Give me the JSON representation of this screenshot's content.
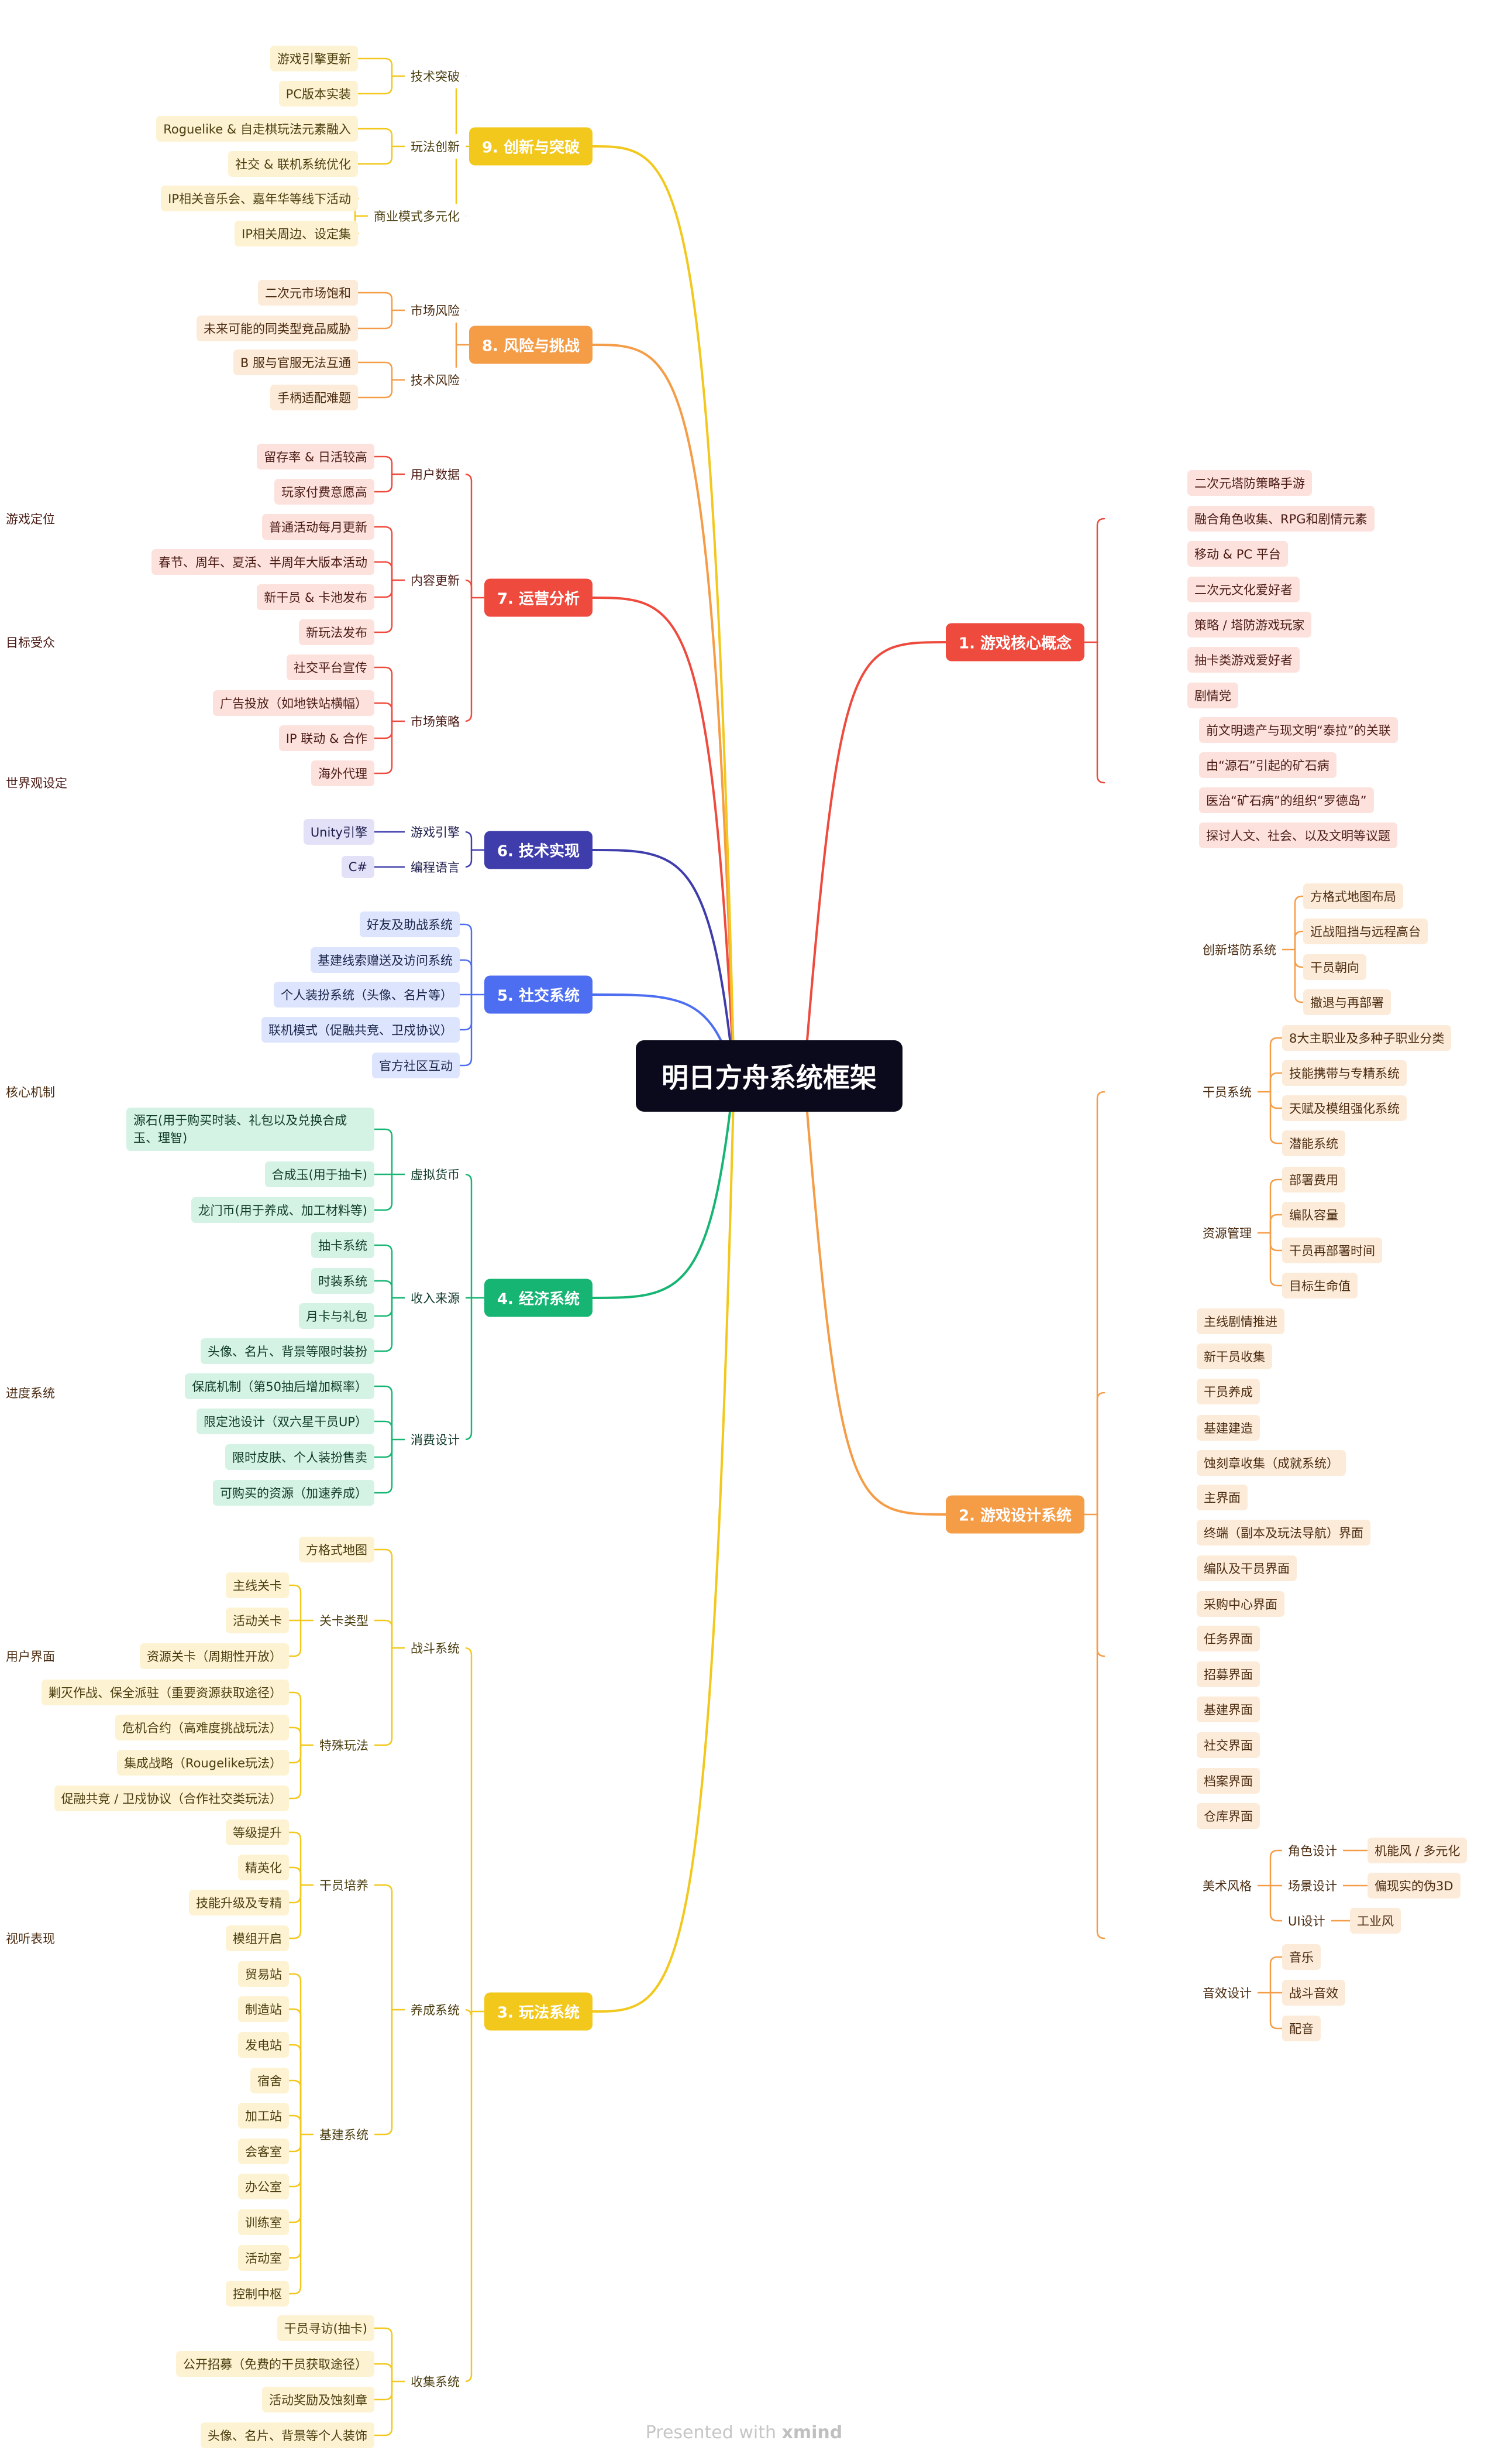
{
  "center_title": "明日方舟系统框架",
  "footer": {
    "text": "Presented with",
    "brand": "xmind"
  },
  "branches": [
    {
      "title": "1. 游戏核心概念",
      "color": "#ee4a3d",
      "tint": "#fde1dc",
      "text": "#4a1a14",
      "children": [
        {
          "label": "游戏定位",
          "children": [
            {
              "label": "二次元塔防策略手游"
            },
            {
              "label": "融合角色收集、RPG和剧情元素"
            },
            {
              "label": "移动 & PC 平台"
            }
          ]
        },
        {
          "label": "目标受众",
          "children": [
            {
              "label": "二次元文化爱好者"
            },
            {
              "label": "策略 / 塔防游戏玩家"
            },
            {
              "label": "抽卡类游戏爱好者"
            },
            {
              "label": "剧情党"
            }
          ]
        },
        {
          "label": "世界观设定",
          "children": [
            {
              "label": "前文明遗产与现文明“泰拉”的关联"
            },
            {
              "label": "由“源石”引起的矿石病"
            },
            {
              "label": "医治“矿石病”的组织“罗德岛”"
            },
            {
              "label": "探讨人文、社会、以及文明等议题"
            }
          ]
        }
      ]
    },
    {
      "title": "2. 游戏设计系统",
      "color": "#f59c47",
      "tint": "#fdebd9",
      "text": "#4a2b10",
      "children": [
        {
          "label": "核心机制",
          "children": [
            {
              "label": "创新塔防系统",
              "children": [
                {
                  "label": "方格式地图布局"
                },
                {
                  "label": "近战阻挡与远程高台"
                },
                {
                  "label": "干员朝向"
                },
                {
                  "label": "撤退与再部署"
                }
              ]
            },
            {
              "label": "干员系统",
              "children": [
                {
                  "label": "8大主职业及多种子职业分类"
                },
                {
                  "label": "技能携带与专精系统"
                },
                {
                  "label": "天赋及模组强化系统"
                },
                {
                  "label": "潜能系统"
                }
              ]
            },
            {
              "label": "资源管理",
              "children": [
                {
                  "label": "部署费用"
                },
                {
                  "label": "编队容量"
                },
                {
                  "label": "干员再部署时间"
                },
                {
                  "label": "目标生命值"
                }
              ]
            }
          ]
        },
        {
          "label": "进度系统",
          "children": [
            {
              "label": "主线剧情推进"
            },
            {
              "label": "新干员收集"
            },
            {
              "label": "干员养成"
            },
            {
              "label": "基建建造"
            },
            {
              "label": "蚀刻章收集（成就系统）"
            }
          ]
        },
        {
          "label": "用户界面",
          "children": [
            {
              "label": "主界面"
            },
            {
              "label": "终端（副本及玩法导航）界面"
            },
            {
              "label": "编队及干员界面"
            },
            {
              "label": "采购中心界面"
            },
            {
              "label": "任务界面"
            },
            {
              "label": "招募界面"
            },
            {
              "label": "基建界面"
            },
            {
              "label": "社交界面"
            },
            {
              "label": "档案界面"
            },
            {
              "label": "仓库界面"
            }
          ]
        },
        {
          "label": "视听表现",
          "children": [
            {
              "label": "美术风格",
              "children": [
                {
                  "label": "角色设计",
                  "children": [
                    {
                      "label": "机能风 / 多元化"
                    }
                  ]
                },
                {
                  "label": "场景设计",
                  "children": [
                    {
                      "label": "偏现实的伪3D"
                    }
                  ]
                },
                {
                  "label": "UI设计",
                  "children": [
                    {
                      "label": "工业风"
                    }
                  ]
                }
              ]
            },
            {
              "label": "音效设计",
              "children": [
                {
                  "label": "音乐"
                },
                {
                  "label": "战斗音效"
                },
                {
                  "label": "配音"
                }
              ]
            }
          ]
        }
      ]
    },
    {
      "title": "3. 玩法系统",
      "color": "#f2c81d",
      "tint": "#fdf3d2",
      "text": "#4a3d0e",
      "children": [
        {
          "label": "战斗系统",
          "children": [
            {
              "label": "方格式地图"
            },
            {
              "label": "关卡类型",
              "children": [
                {
                  "label": "主线关卡"
                },
                {
                  "label": "活动关卡"
                },
                {
                  "label": "资源关卡（周期性开放）"
                }
              ]
            },
            {
              "label": "特殊玩法",
              "children": [
                {
                  "label": "剿灭作战、保全派驻（重要资源获取途径）"
                },
                {
                  "label": "危机合约（高难度挑战玩法）"
                },
                {
                  "label": "集成战略（Rougelike玩法）"
                },
                {
                  "label": "促融共竞 / 卫戍协议（合作社交类玩法）"
                }
              ]
            }
          ]
        },
        {
          "label": "养成系统",
          "children": [
            {
              "label": "干员培养",
              "children": [
                {
                  "label": "等级提升"
                },
                {
                  "label": "精英化"
                },
                {
                  "label": "技能升级及专精"
                },
                {
                  "label": "模组开启"
                }
              ]
            },
            {
              "label": "基建系统",
              "children": [
                {
                  "label": "贸易站"
                },
                {
                  "label": "制造站"
                },
                {
                  "label": "发电站"
                },
                {
                  "label": "宿舍"
                },
                {
                  "label": "加工站"
                },
                {
                  "label": "会客室"
                },
                {
                  "label": "办公室"
                },
                {
                  "label": "训练室"
                },
                {
                  "label": "活动室"
                },
                {
                  "label": "控制中枢"
                }
              ]
            }
          ]
        },
        {
          "label": "收集系统",
          "children": [
            {
              "label": "干员寻访(抽卡)"
            },
            {
              "label": "公开招募（免费的干员获取途径）"
            },
            {
              "label": "活动奖励及蚀刻章"
            },
            {
              "label": "头像、名片、背景等个人装饰"
            }
          ]
        }
      ]
    },
    {
      "title": "4. 经济系统",
      "color": "#17b573",
      "tint": "#d4f3e4",
      "text": "#0f3a27",
      "children": [
        {
          "label": "虚拟货币",
          "children": [
            {
              "label": "源石(用于购买时装、礼包以及兑换合成玉、理智)"
            },
            {
              "label": "合成玉(用于抽卡)"
            },
            {
              "label": "龙门币(用于养成、加工材料等)"
            }
          ]
        },
        {
          "label": "收入来源",
          "children": [
            {
              "label": "抽卡系统"
            },
            {
              "label": "时装系统"
            },
            {
              "label": "月卡与礼包"
            },
            {
              "label": "头像、名片、背景等限时装扮"
            }
          ]
        },
        {
          "label": "消费设计",
          "children": [
            {
              "label": "保底机制（第50抽后增加概率）"
            },
            {
              "label": "限定池设计（双六星干员UP）"
            },
            {
              "label": "限时皮肤、个人装扮售卖"
            },
            {
              "label": "可购买的资源（加速养成）"
            }
          ]
        }
      ]
    },
    {
      "title": "5. 社交系统",
      "color": "#4d6ef0",
      "tint": "#dde4fd",
      "text": "#18244a",
      "children": [
        {
          "label": "好友及助战系统"
        },
        {
          "label": "基建线索赠送及访问系统"
        },
        {
          "label": "个人装扮系统（头像、名片等）"
        },
        {
          "label": "联机模式（促融共竞、卫戍协议）"
        },
        {
          "label": "官方社区互动"
        }
      ]
    },
    {
      "title": "6. 技术实现",
      "color": "#3f3dac",
      "tint": "#e2e1f7",
      "text": "#1e1d4d",
      "children": [
        {
          "label": "游戏引擎",
          "children": [
            {
              "label": "Unity引擎"
            }
          ]
        },
        {
          "label": "编程语言",
          "children": [
            {
              "label": "C#"
            }
          ]
        }
      ]
    },
    {
      "title": "7. 运营分析",
      "color": "#ee4a3d",
      "tint": "#fde1dc",
      "text": "#4a1a14",
      "children": [
        {
          "label": "用户数据",
          "children": [
            {
              "label": "留存率 & 日活较高"
            },
            {
              "label": "玩家付费意愿高"
            }
          ]
        },
        {
          "label": "内容更新",
          "children": [
            {
              "label": "普通活动每月更新"
            },
            {
              "label": "春节、周年、夏活、半周年大版本活动"
            },
            {
              "label": "新干员 & 卡池发布"
            },
            {
              "label": "新玩法发布"
            }
          ]
        },
        {
          "label": "市场策略",
          "children": [
            {
              "label": "社交平台宣传"
            },
            {
              "label": "广告投放（如地铁站横幅）"
            },
            {
              "label": "IP 联动 & 合作"
            },
            {
              "label": "海外代理"
            }
          ]
        }
      ]
    },
    {
      "title": "8. 风险与挑战",
      "color": "#f59c47",
      "tint": "#fdebd9",
      "text": "#4a2b10",
      "children": [
        {
          "label": "市场风险",
          "children": [
            {
              "label": "二次元市场饱和"
            },
            {
              "label": "未来可能的同类型竞品威胁"
            }
          ]
        },
        {
          "label": "技术风险",
          "children": [
            {
              "label": "B 服与官服无法互通"
            },
            {
              "label": "手柄适配难题"
            }
          ]
        }
      ]
    },
    {
      "title": "9. 创新与突破",
      "color": "#f2c81d",
      "tint": "#fdf3d2",
      "text": "#4a3d0e",
      "children": [
        {
          "label": "技术突破",
          "children": [
            {
              "label": "游戏引擎更新"
            },
            {
              "label": "PC版本实装"
            }
          ]
        },
        {
          "label": "玩法创新",
          "children": [
            {
              "label": "Roguelike & 自走棋玩法元素融入"
            },
            {
              "label": "社交 & 联机系统优化"
            }
          ]
        },
        {
          "label": "商业模式多元化",
          "children": [
            {
              "label": "IP相关音乐会、嘉年华等线下活动"
            },
            {
              "label": "IP相关周边、设定集"
            }
          ]
        }
      ]
    }
  ]
}
